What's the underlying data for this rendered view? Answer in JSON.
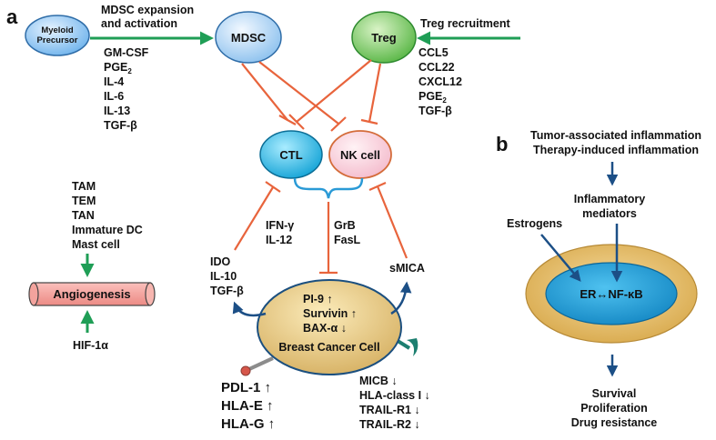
{
  "panels": {
    "a": "a",
    "b": "b"
  },
  "cells": {
    "myeloid_1": "Myeloid",
    "myeloid_2": "Precursor",
    "mdsc": "MDSC",
    "treg": "Treg",
    "ctl": "CTL",
    "nk": "NK cell",
    "tumor": "Breast Cancer Cell",
    "angiogenesis": "Angiogenesis"
  },
  "mdsc_process": [
    "MDSC expansion",
    "and activation"
  ],
  "mdsc_factors": [
    "GM-CSF",
    "PGE",
    "IL-4",
    "IL-6",
    "IL-13",
    "TGF-β"
  ],
  "treg_process": "Treg recruitment",
  "treg_factors": [
    "CCL5",
    "CCL22",
    "CXCL12",
    "PGE",
    "TGF-β"
  ],
  "subscript_2": "2",
  "angio_cells": [
    "TAM",
    "TEM",
    "TAN",
    "Immature DC",
    "Mast cell"
  ],
  "hif": "HIF-1α",
  "effectors_left": [
    "IFN-γ",
    "IL-12"
  ],
  "effectors_right": [
    "GrB",
    "FasL"
  ],
  "suppressors": [
    "IDO",
    "IL-10",
    "TGF-β"
  ],
  "smica": "sMICA",
  "intracellular": [
    "PI-9 ↑",
    "Survivin ↑",
    "BAX-α ↓"
  ],
  "surface_left": [
    "PDL-1 ↑",
    "HLA-E ↑",
    "HLA-G ↑"
  ],
  "surface_right": [
    "MICB ↓",
    "HLA-class I ↓",
    "TRAIL-R1 ↓",
    "TRAIL-R2 ↓"
  ],
  "panel_b": {
    "triggers": [
      "Tumor-associated inflammation",
      "Therapy-induced inflammation"
    ],
    "mediators": [
      "Inflammatory",
      "mediators"
    ],
    "estrogens": "Estrogens",
    "core": "ER↔NF-κB",
    "outcomes": [
      "Survival",
      "Proliferation",
      "Drug resistance"
    ]
  },
  "colors": {
    "inhibit": "#e8643c",
    "activate": "#1f9e56",
    "flow": "#1c4f86",
    "bracket": "#2a9ad6"
  }
}
